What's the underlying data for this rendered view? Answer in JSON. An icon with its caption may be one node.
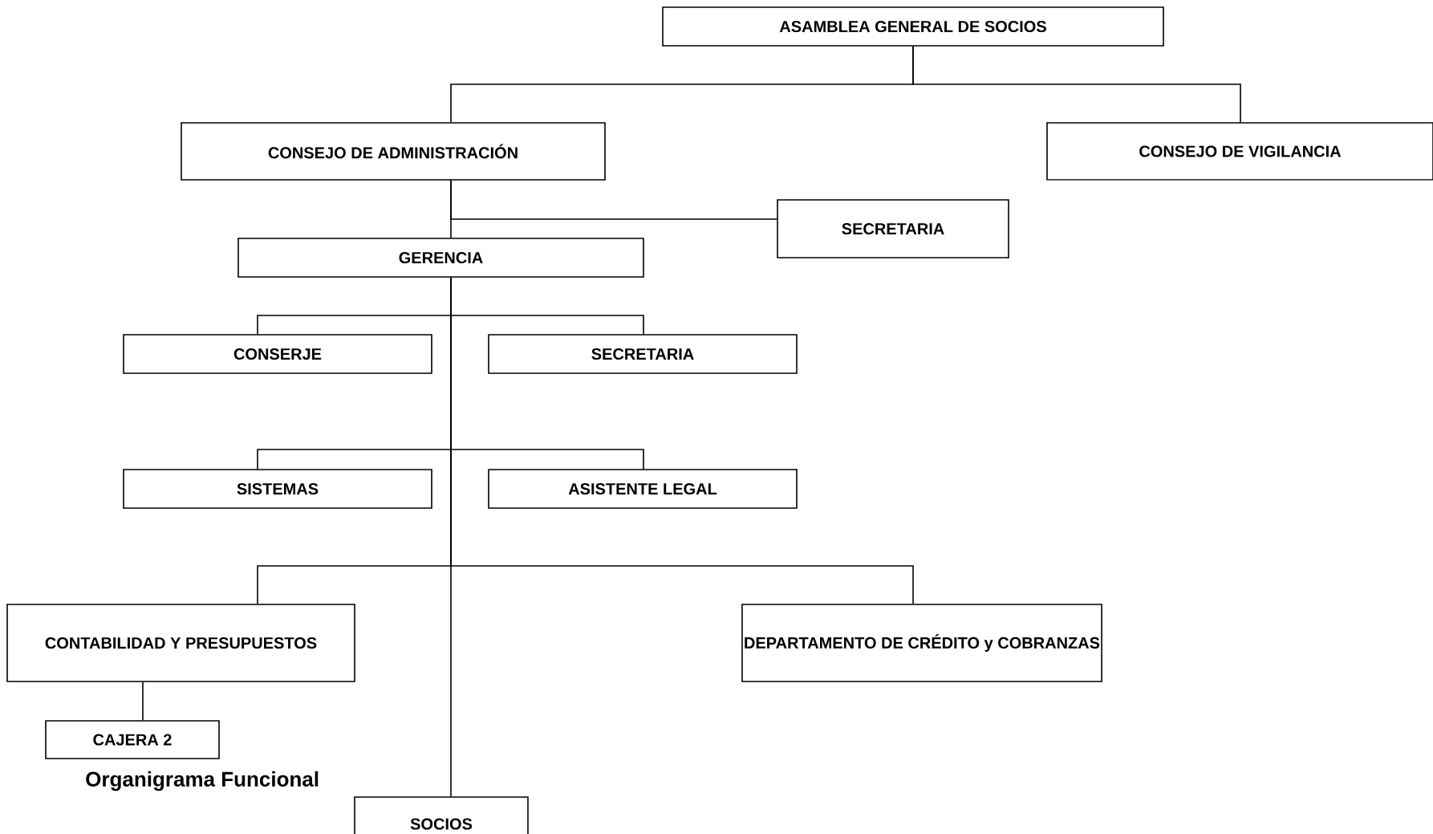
{
  "diagram": {
    "caption": "Organigrama Funcional",
    "nodes": [
      {
        "text": [
          "ASAMBLEA GENERAL DE SOCIOS"
        ]
      },
      {
        "text": [
          "CONSEJO DE ADMINISTRACIÓN"
        ]
      },
      {
        "text": [
          "CONSEJO DE  VIGILANCIA"
        ]
      },
      {
        "text": [
          "SECRETARIA"
        ]
      },
      {
        "text": [
          "GERENCIA"
        ]
      },
      {
        "text": [
          "CONSERJE"
        ]
      },
      {
        "text": [
          "SECRETARIA"
        ]
      },
      {
        "text": [
          "SISTEMAS"
        ]
      },
      {
        "text": [
          "ASISTENTE LEGAL"
        ]
      },
      {
        "text": [
          "CONTABILIDAD Y PRESUPUESTOS"
        ]
      },
      {
        "text": [
          "DEPARTAMENTO DE CRÉDITO y COBRANZAS"
        ]
      },
      {
        "text": [
          "CAJERA 2"
        ]
      },
      {
        "text": [
          "SOCIOS"
        ]
      }
    ],
    "edges": [
      {
        "from": 0,
        "to": 1,
        "arrow": "none"
      },
      {
        "from": 0,
        "to": 2,
        "arrow": "none"
      },
      {
        "from": 1,
        "to": 4,
        "arrow": "none"
      },
      {
        "from": 1,
        "to": 3,
        "arrow": "none"
      },
      {
        "from": 4,
        "to": 5,
        "arrow": "none"
      },
      {
        "from": 4,
        "to": 6,
        "arrow": "none"
      },
      {
        "from": 4,
        "to": 7,
        "arrow": "none"
      },
      {
        "from": 4,
        "to": 8,
        "arrow": "none"
      },
      {
        "from": 4,
        "to": 9,
        "arrow": "none"
      },
      {
        "from": 4,
        "to": 10,
        "arrow": "none"
      },
      {
        "from": 9,
        "to": 11,
        "arrow": "none"
      },
      {
        "from": 4,
        "to": 12,
        "arrow": "none"
      }
    ]
  }
}
